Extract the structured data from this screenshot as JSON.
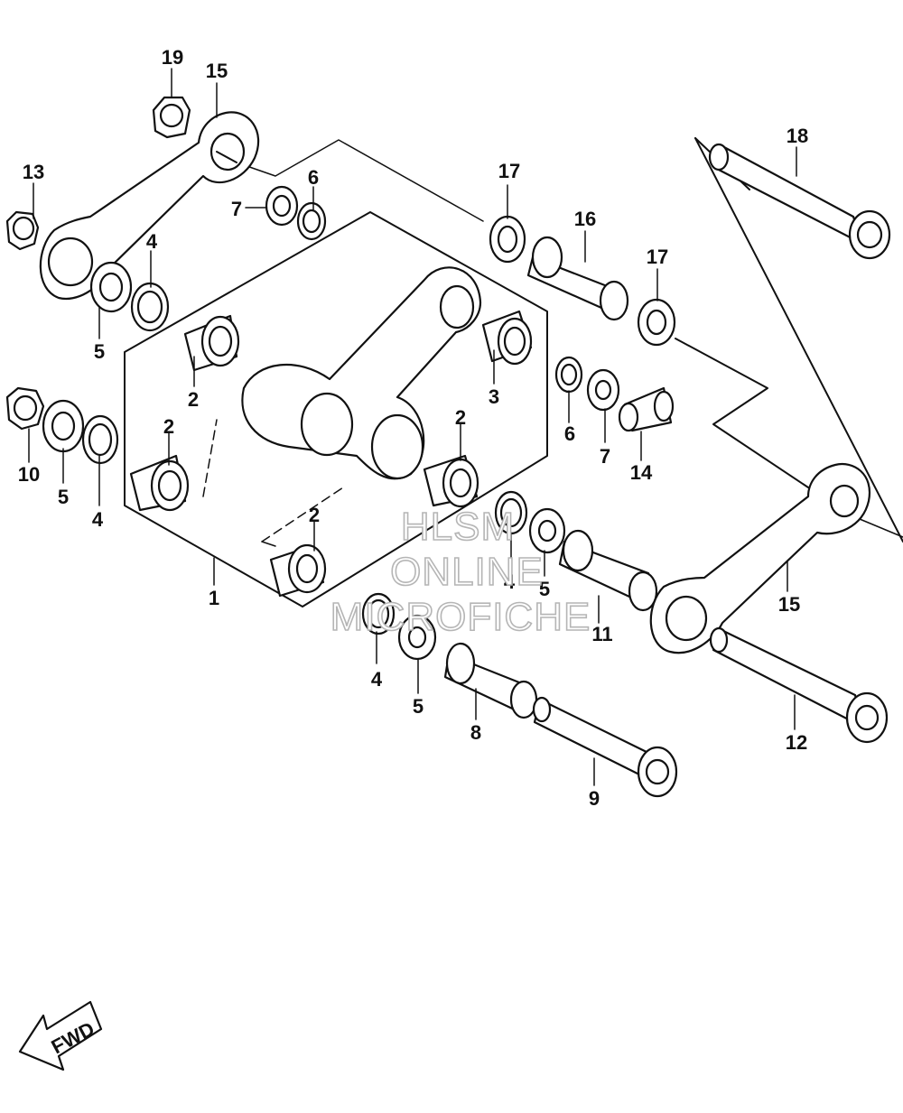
{
  "diagram": {
    "labels": [
      "1",
      "2",
      "2",
      "2",
      "2",
      "3",
      "4",
      "4",
      "4",
      "4",
      "5",
      "5",
      "5",
      "5",
      "6",
      "6",
      "7",
      "7",
      "8",
      "9",
      "10",
      "11",
      "12",
      "13",
      "14",
      "15",
      "15",
      "16",
      "17",
      "17",
      "18",
      "19"
    ],
    "watermark": [
      "HLSM",
      "ONLINE",
      "MICROFICHE"
    ],
    "fwd_label": "FWD"
  }
}
